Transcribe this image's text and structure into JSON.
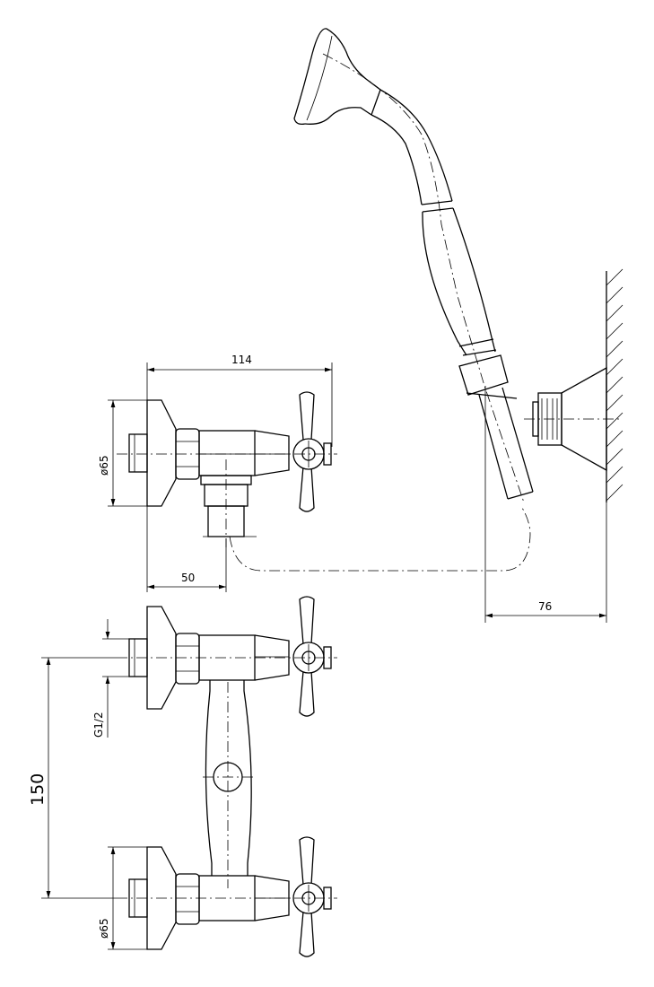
{
  "dimensions": {
    "width_top": "114",
    "diameter_mid": "ø65",
    "offset_outlet": "50",
    "wall_projection": "76",
    "thread": "G1/2",
    "centers": "150",
    "diameter_bottom": "ø65"
  }
}
